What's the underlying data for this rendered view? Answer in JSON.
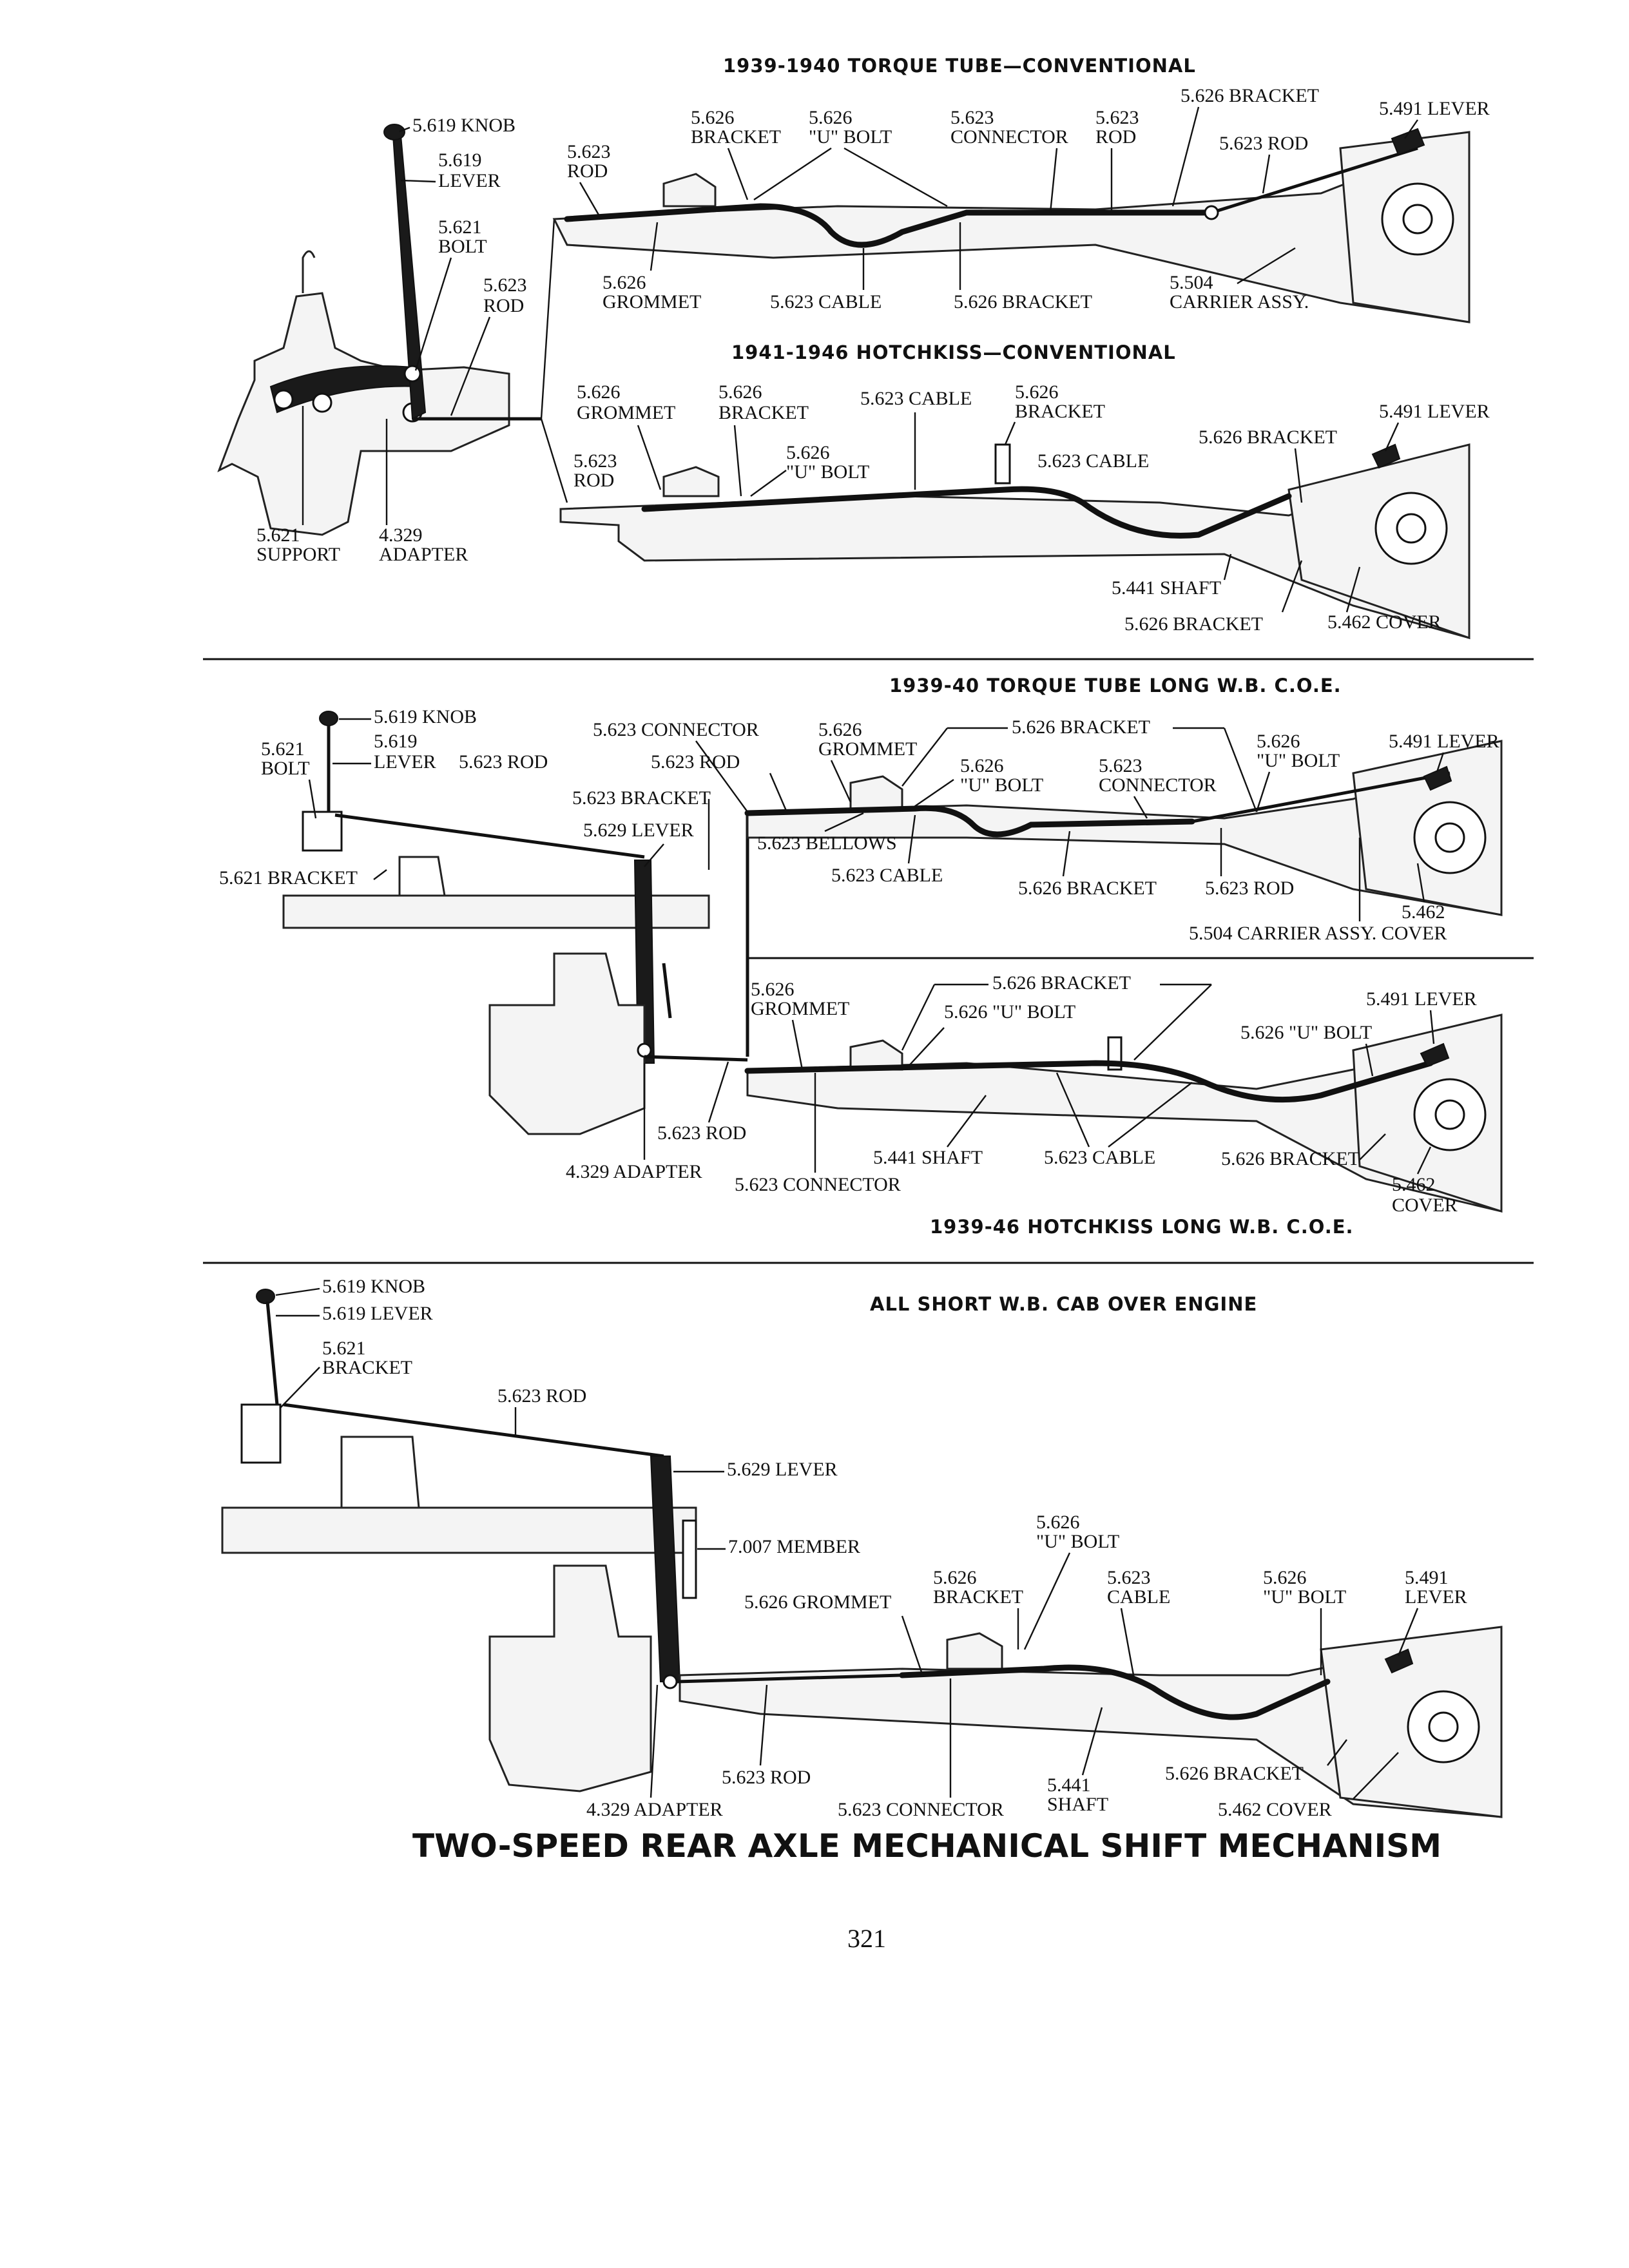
{
  "titles": {
    "s1": "1939-1940 TORQUE TUBE—CONVENTIONAL",
    "s2": "1941-1946 HOTCHKISS—CONVENTIONAL",
    "s3": "1939-40 TORQUE TUBE LONG W.B. C.O.E.",
    "s4": "1939-46 HOTCHKISS LONG W.B. C.O.E.",
    "s5": "ALL SHORT W.B. CAB OVER ENGINE"
  },
  "sec1": {
    "knob": "5.619 KNOB",
    "lever_num": "5.619",
    "lever": "LEVER",
    "bolt_num": "5.621",
    "bolt": "BOLT",
    "rod_num_a": "5.623",
    "rod_a": "ROD",
    "support_num": "5.621",
    "support": "SUPPORT",
    "adapter_num": "4.329",
    "adapter": "ADAPTER",
    "tt_rod_num": "5.623",
    "tt_rod": "ROD",
    "tt_bracket_num": "5.626",
    "tt_bracket": "BRACKET",
    "tt_ubolt_num": "5.626",
    "tt_ubolt": "\"U\" BOLT",
    "tt_conn_num": "5.623",
    "tt_conn": "CONNECTOR",
    "tt_rod2_num": "5.623",
    "tt_rod2": "ROD",
    "tt_bracket2": "5.626 BRACKET",
    "tt_rod3": "5.623 ROD",
    "tt_lever": "5.491 LEVER",
    "tt_grommet_num": "5.626",
    "tt_grommet": "GROMMET",
    "tt_cable": "5.623 CABLE",
    "tt_bracket3": "5.626 BRACKET",
    "tt_carrier_num": "5.504",
    "tt_carrier": "CARRIER ASSY.",
    "hk_grommet_num": "5.626",
    "hk_grommet": "GROMMET",
    "hk_bracket_num": "5.626",
    "hk_bracket": "BRACKET",
    "hk_cable": "5.623 CABLE",
    "hk_bracket2_num": "5.626",
    "hk_bracket2": "BRACKET",
    "hk_lever": "5.491 LEVER",
    "hk_bracket3": "5.626 BRACKET",
    "hk_rod_num": "5.623",
    "hk_rod": "ROD",
    "hk_ubolt_num": "5.626",
    "hk_ubolt": "\"U\" BOLT",
    "hk_cable2": "5.623 CABLE",
    "hk_shaft": "5.441 SHAFT",
    "hk_bracket4": "5.626 BRACKET",
    "hk_cover": "5.462 COVER"
  },
  "sec2": {
    "knob": "5.619 KNOB",
    "bolt_num": "5.621",
    "bolt": "BOLT",
    "lever_num": "5.619",
    "lever": "LEVER",
    "rod": "5.623 ROD",
    "bracket": "5.621 BRACKET",
    "conn": "5.623 CONNECTOR",
    "rod2": "5.623 ROD",
    "bracket2": "5.623 BRACKET",
    "lever2": "5.629 LEVER",
    "grommet_num": "5.626",
    "grommet": "GROMMET",
    "bracket3": "5.626 BRACKET",
    "ubolt_num": "5.626",
    "ubolt": "\"U\" BOLT",
    "conn2_num": "5.623",
    "conn2": "CONNECTOR",
    "ubolt2_num": "5.626",
    "ubolt2": "\"U\" BOLT",
    "lever3": "5.491 LEVER",
    "bellows": "5.623 BELLOWS",
    "cable": "5.623 CABLE",
    "bracket4": "5.626 BRACKET",
    "rod3": "5.623 ROD",
    "cover_num": "5.462",
    "carrier": "5.504 CARRIER ASSY. COVER",
    "hk_grommet_num": "5.626",
    "hk_grommet": "GROMMET",
    "hk_bracket": "5.626 BRACKET",
    "hk_ubolt": "5.626 \"U\" BOLT",
    "hk_lever": "5.491 LEVER",
    "hk_ubolt2": "5.626 \"U\" BOLT",
    "hk_rod": "5.623 ROD",
    "hk_adapter": "4.329 ADAPTER",
    "hk_shaft": "5.441 SHAFT",
    "hk_cable": "5.623 CABLE",
    "hk_bracket2": "5.626 BRACKET",
    "hk_conn": "5.623 CONNECTOR",
    "hk_cover_num": "5.462",
    "hk_cover": "COVER"
  },
  "sec3": {
    "knob": "5.619 KNOB",
    "lever": "5.619 LEVER",
    "bracket_num": "5.621",
    "bracket": "BRACKET",
    "rod": "5.623 ROD",
    "lever2": "5.629 LEVER",
    "member": "7.007 MEMBER",
    "ubolt_num": "5.626",
    "ubolt": "\"U\" BOLT",
    "grommet": "5.626 GROMMET",
    "bracket2_num": "5.626",
    "bracket2": "BRACKET",
    "cable_num": "5.623",
    "cable": "CABLE",
    "ubolt2_num": "5.626",
    "ubolt2": "\"U\" BOLT",
    "lever3_num": "5.491",
    "lever3": "LEVER",
    "rod2": "5.623 ROD",
    "shaft_num": "5.441",
    "shaft": "SHAFT",
    "bracket3": "5.626 BRACKET",
    "adapter": "4.329 ADAPTER",
    "conn": "5.623 CONNECTOR",
    "cover": "5.462 COVER"
  },
  "caption": "TWO-SPEED REAR AXLE MECHANICAL SHIFT MECHANISM",
  "page_number": "321"
}
